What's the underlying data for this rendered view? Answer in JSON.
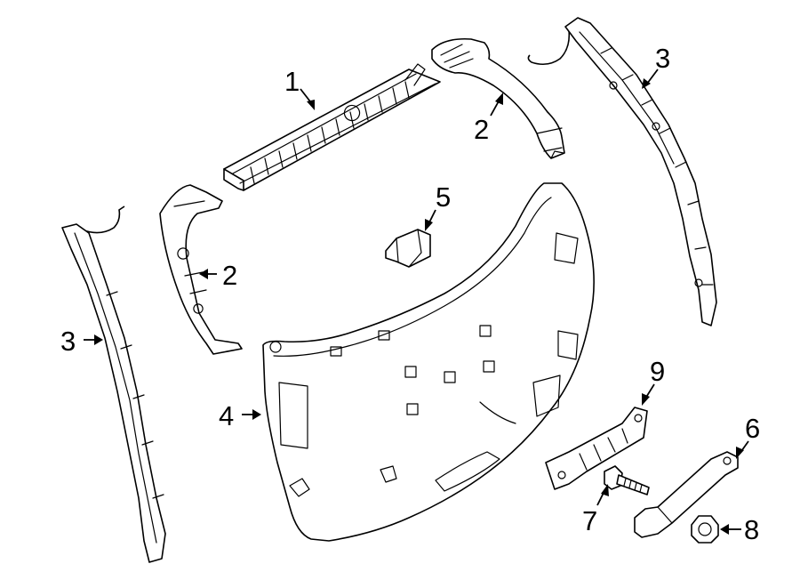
{
  "callouts": [
    {
      "id": "1",
      "text": "1"
    },
    {
      "id": "2a",
      "text": "2"
    },
    {
      "id": "2b",
      "text": "2"
    },
    {
      "id": "3a",
      "text": "3"
    },
    {
      "id": "3b",
      "text": "3"
    },
    {
      "id": "4",
      "text": "4"
    },
    {
      "id": "5",
      "text": "5"
    },
    {
      "id": "6",
      "text": "6"
    },
    {
      "id": "7",
      "text": "7"
    },
    {
      "id": "8",
      "text": "8"
    },
    {
      "id": "9",
      "text": "9"
    }
  ]
}
